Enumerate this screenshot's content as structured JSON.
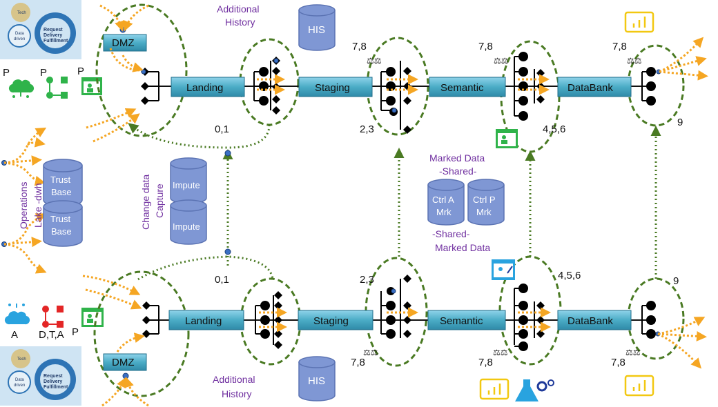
{
  "colors": {
    "ellipse": "#4a7a23",
    "flow_orange": "#f5a623",
    "box_fill": "#4bacc6",
    "box_border": "#1f6d8a",
    "cylinder": "#7f97d4",
    "purple_text": "#7030a0",
    "gear_bg": "#cfe4f3",
    "gear": "#2e74b5",
    "green_icon": "#2fb34a",
    "red_icon": "#e32626",
    "blue_icon": "#29a3df",
    "powerbi": "#f2c811"
  },
  "top_lane": {
    "zones": [
      "DMZ",
      "Landing",
      "Staging",
      "Semantic",
      "DataBank"
    ],
    "additional_history": [
      "Additional",
      "History"
    ],
    "his": "HIS",
    "numbers": {
      "landing": "0,1",
      "staging_upper": "7,8",
      "staging_lower": "2,3",
      "semantic_upper": "7,8",
      "semantic_lower": "4,5,6",
      "databank_upper": "7,8",
      "databank_lower": "9"
    },
    "left_icon_labels": [
      "P",
      "P",
      "P"
    ]
  },
  "bottom_lane": {
    "zones": [
      "DMZ",
      "Landing",
      "Staging",
      "Semantic",
      "DataBank"
    ],
    "additional_history": [
      "Additional",
      "History"
    ],
    "his": "HIS",
    "numbers": {
      "landing": "0,1",
      "staging_upper": "2,3",
      "staging_lower": "7,8",
      "semantic_upper": "4,5,6",
      "semantic_lower": "7,8",
      "databank_upper": "9",
      "databank_lower": "7,8"
    },
    "left_icon_labels": [
      "A",
      "D,T,A",
      "P"
    ]
  },
  "operations_lake": {
    "line1": "Operations",
    "line2": "Lake -dwh",
    "trust_base": [
      "Trust",
      "Base"
    ]
  },
  "change_data_capture": {
    "line1": "Change data",
    "line2": "Capture",
    "impute": "Impute"
  },
  "marked_data": {
    "top": [
      "Marked Data",
      "-Shared-"
    ],
    "bottom": [
      "-Shared-",
      "Marked Data"
    ],
    "ctrl_a": [
      "Ctrl A",
      "Mrk"
    ],
    "ctrl_p": [
      "Ctrl P",
      "Mrk"
    ]
  },
  "gear_badge": {
    "title": "Request",
    "title2": "Delivery",
    "title3": "Fulfillment",
    "tech": "Tech",
    "data": "Data",
    "driven": "driven"
  },
  "icons": [
    "cloud-network-icon",
    "workflow-icon",
    "presentation-icon",
    "powerbi-icon",
    "lab-flask-gear-icon",
    "scale-icon"
  ]
}
